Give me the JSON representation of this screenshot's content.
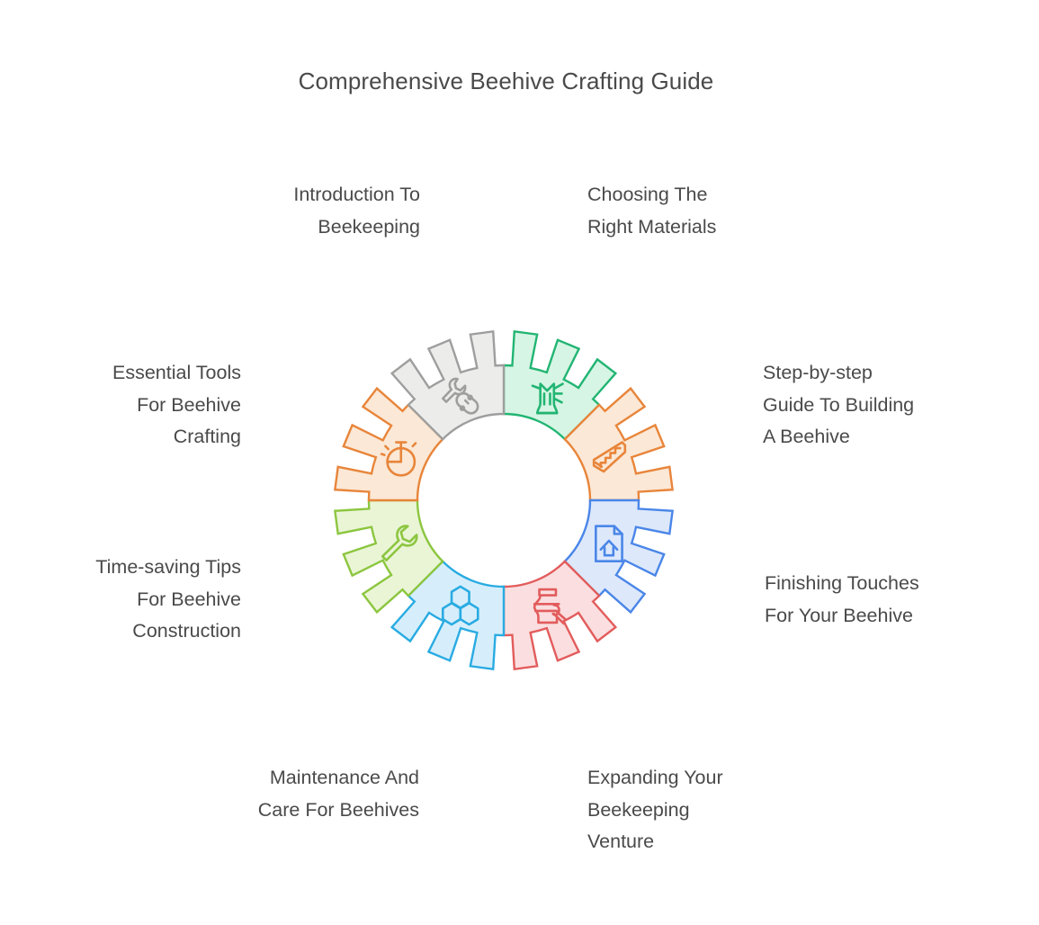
{
  "title": "Comprehensive Beehive Crafting Guide",
  "chart_data": {
    "type": "pie",
    "title": "Comprehensive Beehive Crafting Guide",
    "subtitle": "",
    "xlabel": "",
    "ylabel": "",
    "legend_position": "around-chart",
    "grid": false,
    "shape": "gear-donut",
    "segment_count": 8,
    "segment_sweep_degrees": 45,
    "start_angle_degrees": -90,
    "categories": [
      "Introduction To Beekeeping",
      "Choosing The Right Materials",
      "Step-by-step Guide To Building A Beehive",
      "Finishing Touches For Your Beehive",
      "Expanding Your Beekeeping Venture",
      "Maintenance And Care For Beehives",
      "Time-saving Tips For Beehive Construction",
      "Essential Tools For Beehive Crafting"
    ],
    "values": [
      12.5,
      12.5,
      12.5,
      12.5,
      12.5,
      12.5,
      12.5,
      12.5
    ],
    "colors": [
      "#22b573",
      "#e8853a",
      "#4a86e8",
      "#e25c5c",
      "#29abe2",
      "#8cc63f",
      "#e8853a",
      "#9e9e9e"
    ],
    "fill_colors": [
      "#d6f5e4",
      "#fbe8d6",
      "#dde8fb",
      "#fbdedf",
      "#d6eefb",
      "#eaf5d6",
      "#fbe8d6",
      "#ececea"
    ]
  },
  "segments": [
    {
      "index": 0,
      "label": "Introduction To\nBeekeeping",
      "label_align": "right",
      "icon": "tree-stump-icon",
      "stroke": "#22b573",
      "fill": "#d6f5e4"
    },
    {
      "index": 1,
      "label": "Choosing The\nRight Materials",
      "label_align": "left",
      "icon": "handsaw-icon",
      "stroke": "#e8853a",
      "fill": "#fbe8d6"
    },
    {
      "index": 2,
      "label": "Step-by-step\nGuide To Building\nA Beehive",
      "label_align": "left",
      "icon": "blueprint-document-icon",
      "stroke": "#4a86e8",
      "fill": "#dde8fb"
    },
    {
      "index": 3,
      "label": "Finishing Touches\nFor Your Beehive",
      "label_align": "left",
      "icon": "paint-pot-brush-icon",
      "stroke": "#e25c5c",
      "fill": "#fbdedf"
    },
    {
      "index": 4,
      "label": "Expanding Your\nBeekeeping\nVenture",
      "label_align": "left",
      "icon": "honeycomb-icon",
      "stroke": "#29abe2",
      "fill": "#d6eefb"
    },
    {
      "index": 5,
      "label": "Maintenance And\nCare For Beehives",
      "label_align": "right",
      "icon": "wrench-icon",
      "stroke": "#8cc63f",
      "fill": "#eaf5d6"
    },
    {
      "index": 6,
      "label": "Time-saving Tips\nFor Beehive\nConstruction",
      "label_align": "right",
      "icon": "stopwatch-icon",
      "stroke": "#e8853a",
      "fill": "#fbe8d6"
    },
    {
      "index": 7,
      "label": "Essential Tools\nFor Beehive\nCrafting",
      "label_align": "right",
      "icon": "tools-wrench-screwdriver-icon",
      "stroke": "#9e9e9e",
      "fill": "#ececea"
    }
  ]
}
